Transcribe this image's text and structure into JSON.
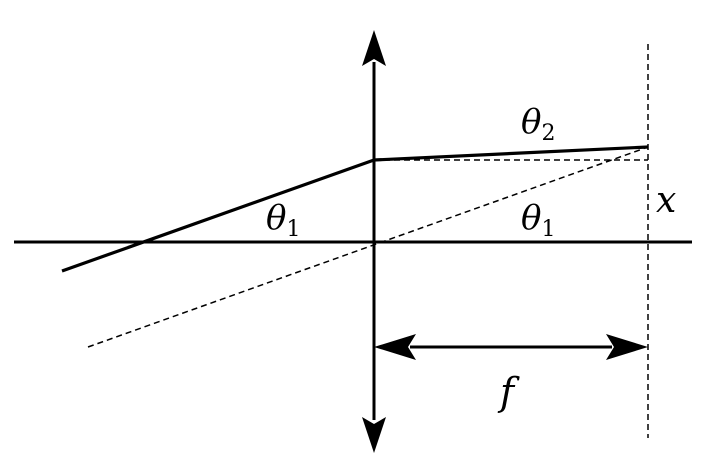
{
  "labels": {
    "theta_top": {
      "symbol": "θ",
      "subscript": "2"
    },
    "theta_left": {
      "symbol": "θ",
      "subscript": "1"
    },
    "theta_right": {
      "symbol": "θ",
      "subscript": "1"
    },
    "height": "x",
    "focal_length": "f"
  },
  "colors": {
    "ink": "#000000",
    "background": "#ffffff"
  }
}
